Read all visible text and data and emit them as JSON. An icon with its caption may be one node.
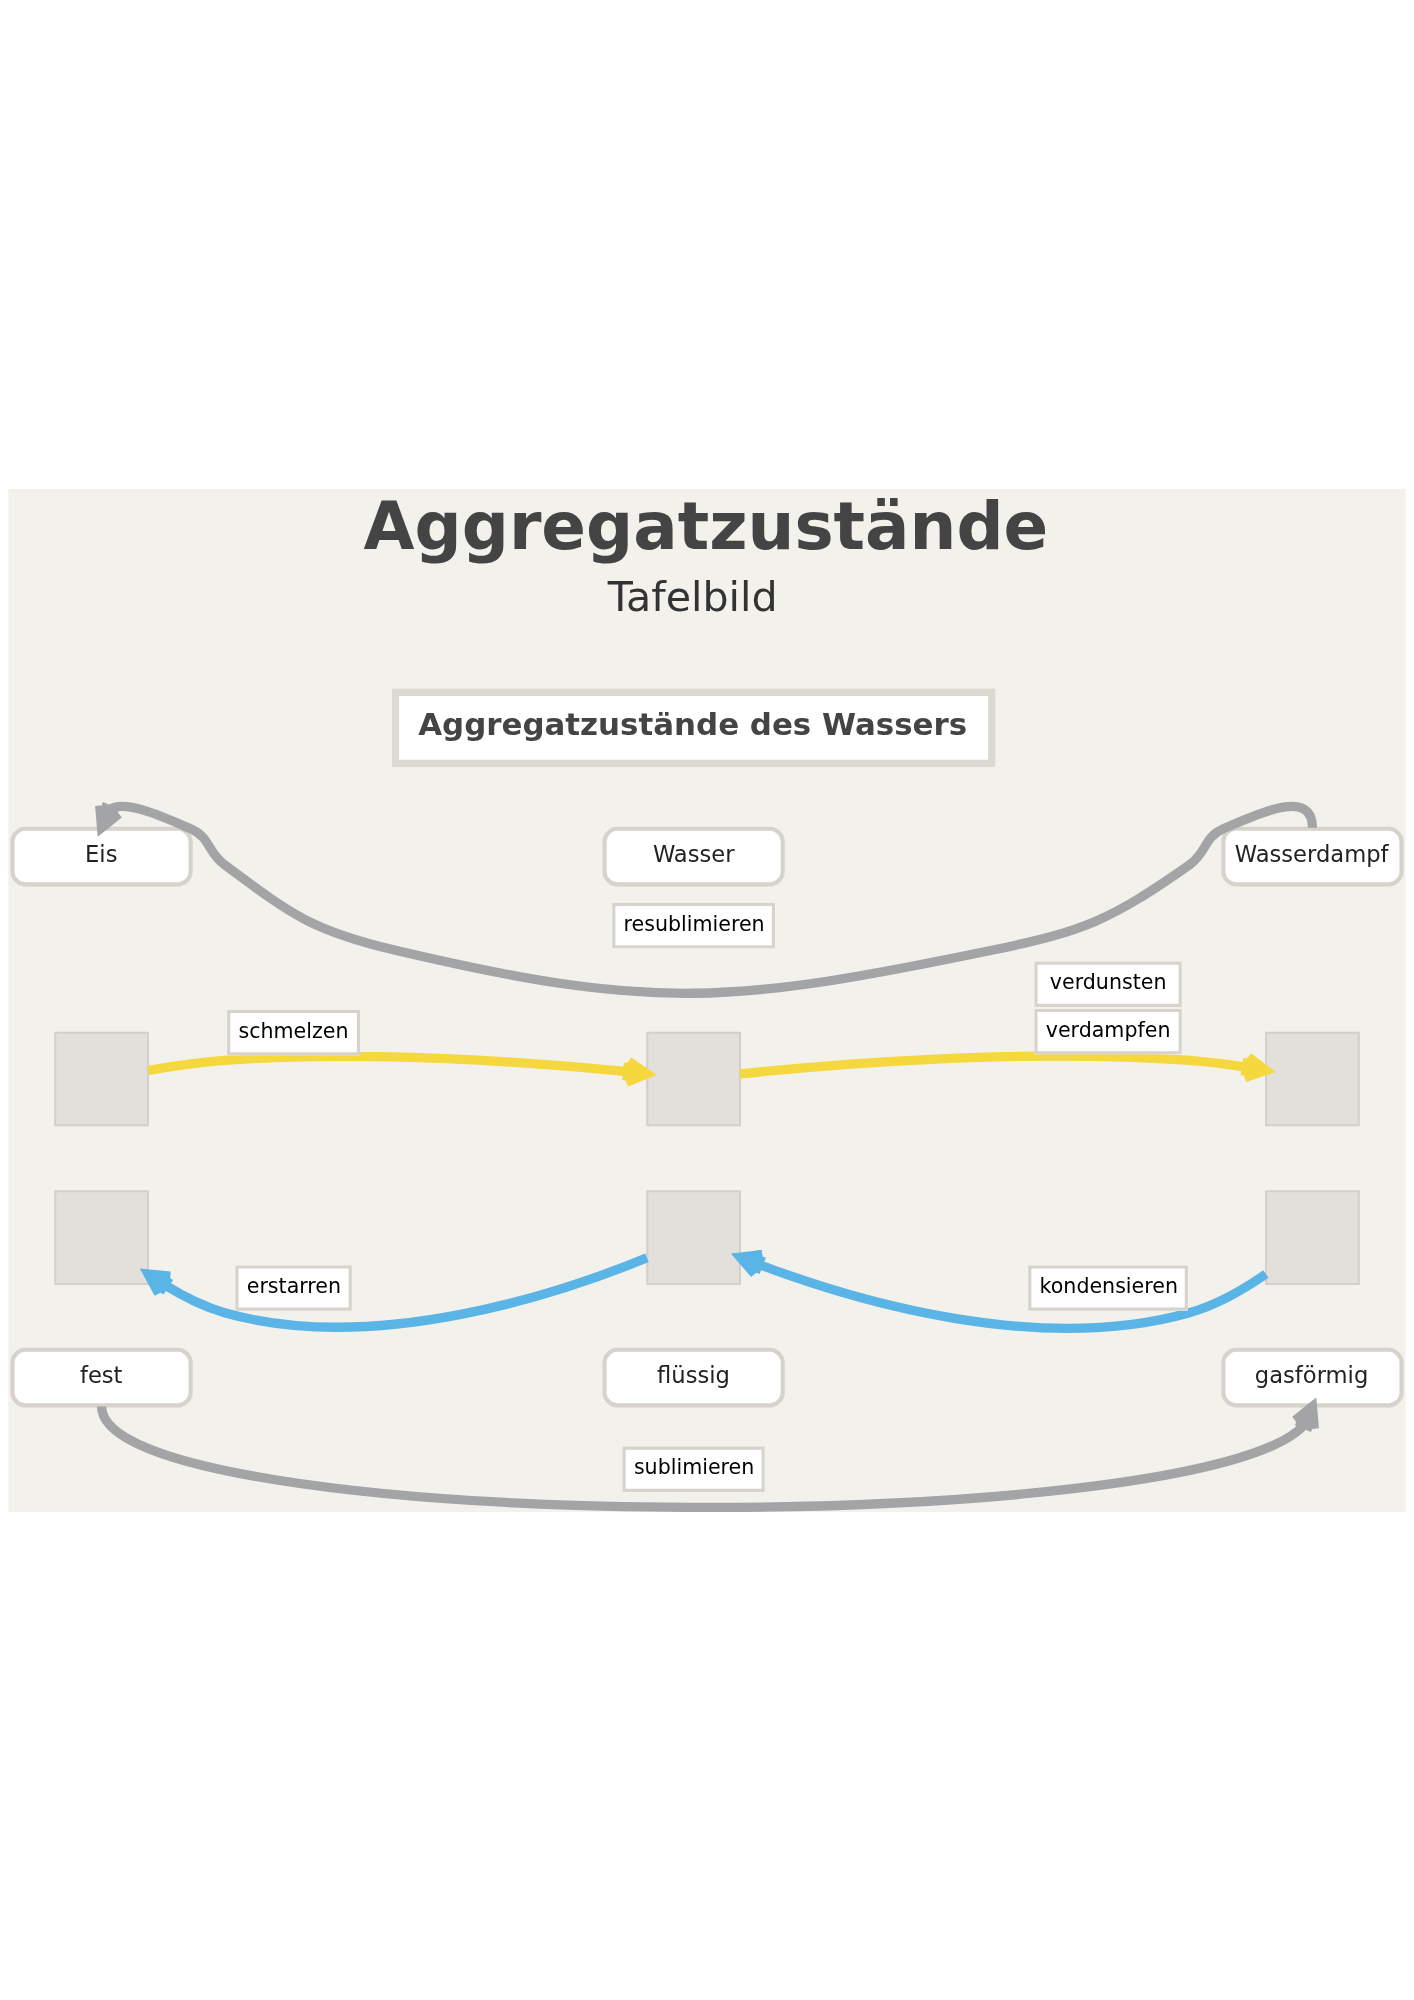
{
  "diagram": {
    "title": "Aggregatzustände",
    "nodes": [
      {
        "text": [
          "Aggregatzustände des Wassers"
        ]
      },
      {
        "text": [
          "Eis"
        ]
      },
      {
        "text": [
          "Wasser"
        ]
      },
      {
        "text": [
          "Wasserdampf"
        ]
      },
      {
        "text": [],
        "shape": "box"
      },
      {
        "text": [],
        "shape": "box"
      },
      {
        "text": [],
        "shape": "box"
      },
      {
        "text": [],
        "shape": "box"
      },
      {
        "text": [],
        "shape": "box"
      },
      {
        "text": [],
        "shape": "box"
      },
      {
        "text": [
          "fest"
        ]
      },
      {
        "text": [
          "flüssig"
        ]
      },
      {
        "text": [
          "gasförmig"
        ]
      }
    ],
    "edges": [
      {
        "from": 4,
        "to": 5,
        "arrow": "to",
        "label": "schmelzen",
        "color": "#f5d73e"
      },
      {
        "from": 5,
        "to": 6,
        "arrow": "to",
        "label": "verdunsten verdampfen",
        "color": "#f5d73e"
      },
      {
        "from": 8,
        "to": 7,
        "arrow": "to",
        "label": "erstarren",
        "color": "#5ab5e6"
      },
      {
        "from": 9,
        "to": 8,
        "arrow": "to",
        "label": "kondensieren",
        "color": "#5ab5e6"
      },
      {
        "from": 3,
        "to": 1,
        "arrow": "to",
        "label": "resublimieren",
        "color": "#a3a4a6"
      },
      {
        "from": 10,
        "to": 12,
        "arrow": "to",
        "label": "sublimieren",
        "color": "#a3a4a6"
      }
    ],
    "labels": [
      "Tafelbild"
    ]
  }
}
